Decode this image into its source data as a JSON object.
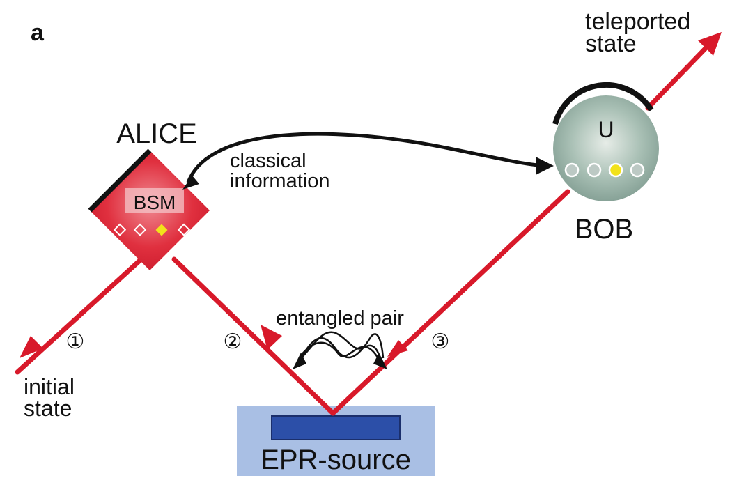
{
  "panel_label": "a",
  "alice": {
    "label": "ALICE",
    "device": "BSM"
  },
  "bob": {
    "label": "BOB",
    "operation": "U"
  },
  "source": {
    "label": "EPR-source"
  },
  "labels": {
    "classical_line1": "classical",
    "classical_line2": "information",
    "entangled_pair": "entangled pair",
    "initial_line1": "initial",
    "initial_line2": "state",
    "teleported_line1": "teleported",
    "teleported_line2": "state"
  },
  "beam_numbers": [
    "①",
    "②",
    "③"
  ],
  "colors": {
    "beam": "#d8192a",
    "alice_box": "#e0303f",
    "bob_sphere": "#9db5ab",
    "source_bg": "#a9bfe4",
    "source_crystal": "#2c4fa8",
    "indicator_active": "#f2e21a"
  }
}
